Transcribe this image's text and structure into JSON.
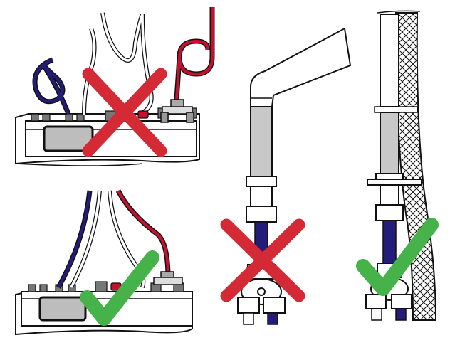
{
  "diagram": {
    "panels": [
      {
        "id": "top-left",
        "verdict": "incorrect"
      },
      {
        "id": "bottom-left",
        "verdict": "correct"
      },
      {
        "id": "middle",
        "verdict": "incorrect"
      },
      {
        "id": "right",
        "verdict": "correct"
      }
    ]
  },
  "colors": {
    "incorrect_mark": "#d42a36",
    "correct_mark": "#45b24a",
    "red_hose": "#c8102e",
    "blue_hose": "#231c7a",
    "pipe_grey": "#c8c8c8",
    "outline": "#111111"
  },
  "icons": {
    "incorrect": "red-cross-icon",
    "correct": "green-check-icon"
  }
}
